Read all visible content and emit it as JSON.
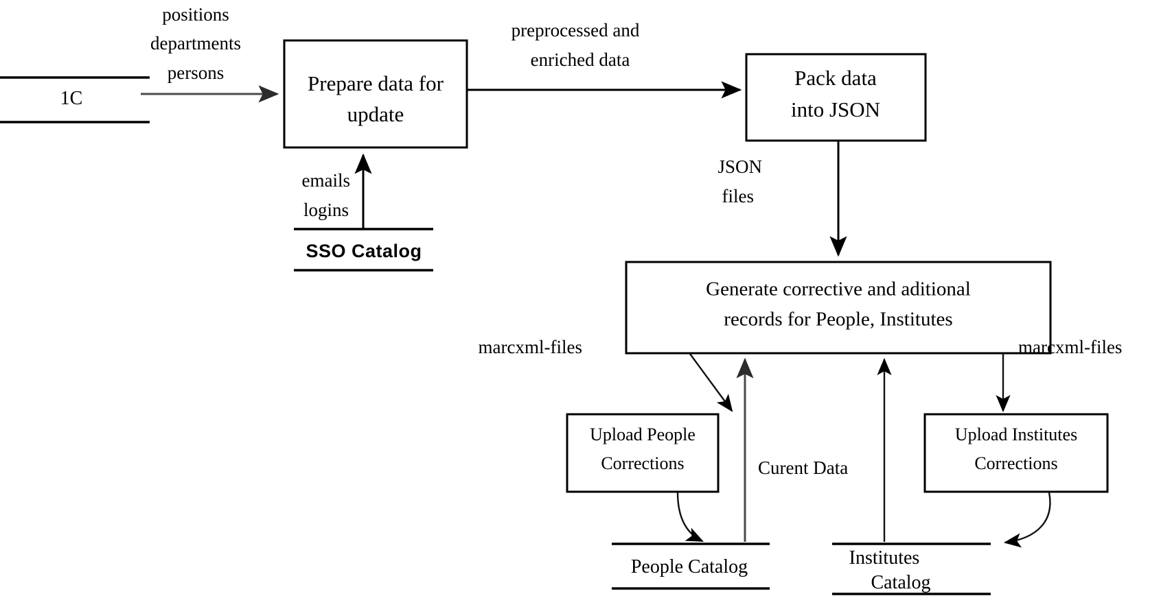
{
  "diagram": {
    "title": "Data update pipeline dataflow diagram",
    "background_color": "#ffffff",
    "stroke_color": "#000000",
    "processes": [
      {
        "id": "prepare",
        "line1": "Prepare data for",
        "line2": "update"
      },
      {
        "id": "pack",
        "line1": "Pack data",
        "line2": "into JSON"
      },
      {
        "id": "generate",
        "line1": "Generate corrective and aditional",
        "line2": "records for People, Institutes"
      },
      {
        "id": "upload-people",
        "line1": "Upload People",
        "line2": "Corrections"
      },
      {
        "id": "upload-institutes",
        "line1": "Upload Institutes",
        "line2": "Corrections"
      }
    ],
    "stores": [
      {
        "id": "1c",
        "line1": "1C",
        "line2": ""
      },
      {
        "id": "sso-catalog",
        "line1": "SSO Catalog",
        "line2": ""
      },
      {
        "id": "people-catalog",
        "line1": "People Catalog",
        "line2": ""
      },
      {
        "id": "institutes-catalog",
        "line1": "Institutes",
        "line2": "Catalog"
      }
    ],
    "edge_labels": [
      {
        "id": "from-1c",
        "line1": "positions",
        "line2": "departments",
        "line3": "persons"
      },
      {
        "id": "from-sso",
        "line1": "emails",
        "line2": "logins",
        "line3": ""
      },
      {
        "id": "prepare-to-pack",
        "line1": "preprocessed and",
        "line2": "enriched data",
        "line3": ""
      },
      {
        "id": "pack-to-generate",
        "line1": "JSON",
        "line2": "files",
        "line3": ""
      },
      {
        "id": "marcxml-left",
        "line1": "marcxml-files",
        "line2": "",
        "line3": ""
      },
      {
        "id": "marcxml-right",
        "line1": "marcxml-files",
        "line2": "",
        "line3": ""
      },
      {
        "id": "curent-data",
        "line1": "Curent Data",
        "line2": "",
        "line3": ""
      }
    ]
  }
}
